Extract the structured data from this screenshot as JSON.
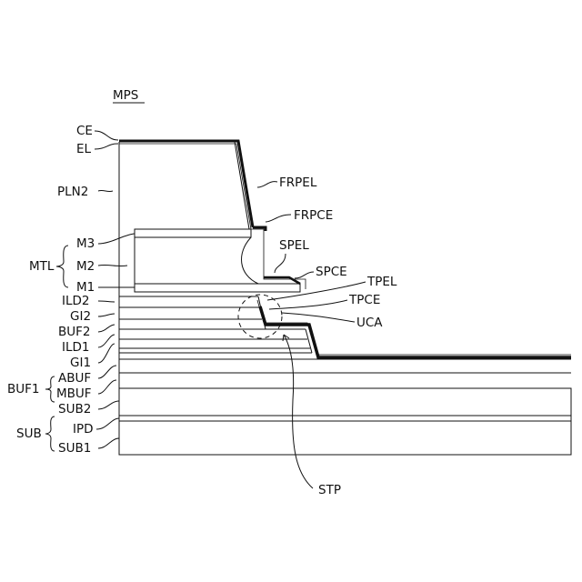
{
  "figure": {
    "title": "MPS",
    "labels": {
      "ce": "CE",
      "el": "EL",
      "pln2": "PLN2",
      "frpel": "FRPEL",
      "frpce": "FRPCE",
      "m3": "M3",
      "mtl": "MTL",
      "m2": "M2",
      "spel": "SPEL",
      "m1": "M1",
      "spce": "SPCE",
      "tpel": "TPEL",
      "ild2": "ILD2",
      "tpce": "TPCE",
      "gi2": "GI2",
      "uca": "UCA",
      "buf2": "BUF2",
      "ild1": "ILD1",
      "gi1": "GI1",
      "abuf": "ABUF",
      "buf1": "BUF1",
      "mbuf": "MBUF",
      "sub2": "SUB2",
      "sub": "SUB",
      "ipd": "IPD",
      "sub1": "SUB1",
      "stp": "STP"
    }
  }
}
